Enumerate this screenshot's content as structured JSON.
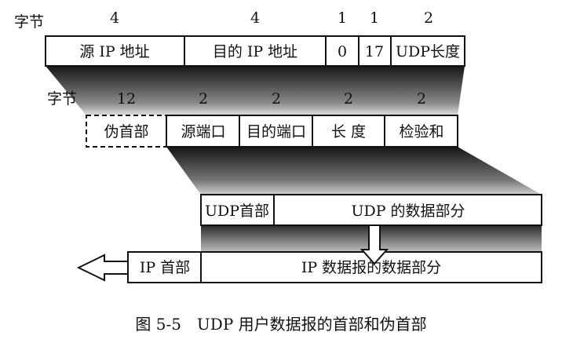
{
  "ip_header": {
    "unit_label": "字节",
    "sizes": [
      "4",
      "4",
      "1",
      "1",
      "2"
    ],
    "fields": [
      "源 IP 地址",
      "目的 IP 地址",
      "0",
      "17",
      "UDP长度"
    ]
  },
  "udp_header": {
    "unit_label": "字节",
    "sizes": [
      "12",
      "2",
      "2",
      "2",
      "2"
    ],
    "fields": [
      "伪首部",
      "源端口",
      "目的端口",
      "长 度",
      "检验和"
    ]
  },
  "udp_datagram": {
    "header_label": "UDP首部",
    "data_label": "UDP 的数据部分"
  },
  "ip_datagram": {
    "header_label": "IP 首部",
    "data_label": "IP 数据报的数据部分"
  },
  "caption": "图 5-5　UDP 用户数据报的首部和伪首部",
  "colors": {
    "ink": "#111111",
    "shade_dark": "#151515",
    "shade_light": "#d8d8d8"
  }
}
